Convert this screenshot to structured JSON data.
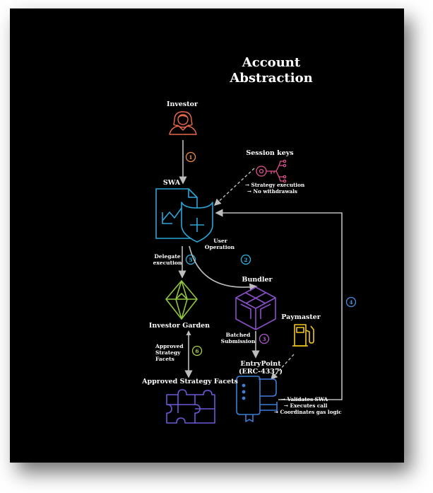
{
  "title": {
    "line1": "Account",
    "line2": "Abstraction"
  },
  "nodes": {
    "investor": "Investor",
    "session_keys": "Session keys",
    "swa": "SWA",
    "bundler": "Bundler",
    "investor_garden": "Investor Garden",
    "paymaster": "Paymaster",
    "entrypoint_line1": "EntryPoint",
    "entrypoint_line2": "(ERC-4337)",
    "approved_facets": "Approved Strategy Facets"
  },
  "session_notes": [
    "→ Strategy execution",
    "→ No withdrawals"
  ],
  "edge_labels": {
    "user_operation_1": "User",
    "user_operation_2": "Operation",
    "delegate_1": "Delegate",
    "delegate_2": "execution",
    "batched_1": "Batched",
    "batched_2": "Submission",
    "approved_1": "Approved",
    "approved_2": "Strategy",
    "approved_3": "Facets"
  },
  "entry_notes": [
    "→ Validates SWA",
    "→ Executes call",
    "→ Coordinates gas logic"
  ],
  "steps": {
    "s1": "1",
    "s2": "2",
    "s3": "3",
    "s4": "4",
    "s5": "5",
    "s6": "6"
  },
  "colors": {
    "investor": "#e8694a",
    "session": "#e0508e",
    "swa": "#2aa6d8",
    "garden": "#8fc63f",
    "bundler": "#8a4fc9",
    "paymaster": "#f2c81c",
    "entry": "#3b7fd6",
    "facets": "#6f58d6",
    "arrow": "#bdbdbd",
    "step1": "#f08a3c",
    "step2": "#2fb6e0",
    "step3": "#b35ad0",
    "step4": "#4e8ee0",
    "step5": "#2fb6e0",
    "step6": "#a8d045"
  }
}
